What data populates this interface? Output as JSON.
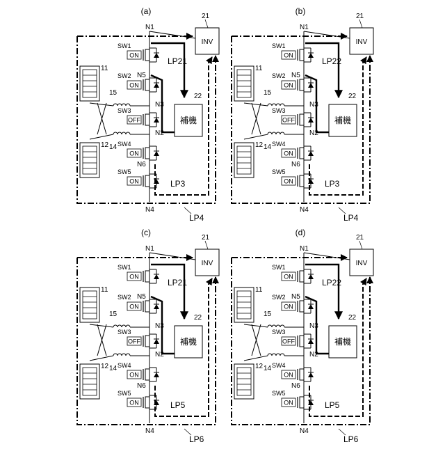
{
  "panels": [
    {
      "caption": "(a)",
      "loop_inner": "LP21",
      "loop_mid": "LP3",
      "loop_outer": "LP4",
      "sw3": "OFF",
      "sw4": "ON",
      "sw5": "ON"
    },
    {
      "caption": "(b)",
      "loop_inner": "LP22",
      "loop_mid": "LP3",
      "loop_outer": "LP4",
      "sw3": "OFF",
      "sw4": "ON",
      "sw5": "ON"
    },
    {
      "caption": "(c)",
      "loop_inner": "LP21",
      "loop_mid": "LP5",
      "loop_outer": "LP6",
      "sw3": "OFF",
      "sw4": "ON",
      "sw5": "ON"
    },
    {
      "caption": "(d)",
      "loop_inner": "LP22",
      "loop_mid": "LP5",
      "loop_outer": "LP6",
      "sw3": "OFF",
      "sw4": "ON",
      "sw5": "ON"
    }
  ],
  "labels": {
    "inv": "INV",
    "inv_ref": "21",
    "aux": "補機",
    "aux_ref": "22",
    "n1": "N1",
    "n2": "N2",
    "n3": "N3",
    "n4": "N4",
    "n5": "N5",
    "n6": "N6",
    "sw1": "SW1",
    "sw2": "SW2",
    "sw3": "SW3",
    "sw4": "SW4",
    "sw5": "SW5",
    "on": "ON",
    "bat_top": "11",
    "bat_bot": "12",
    "coil_top": "15",
    "coil_bot": "14"
  }
}
